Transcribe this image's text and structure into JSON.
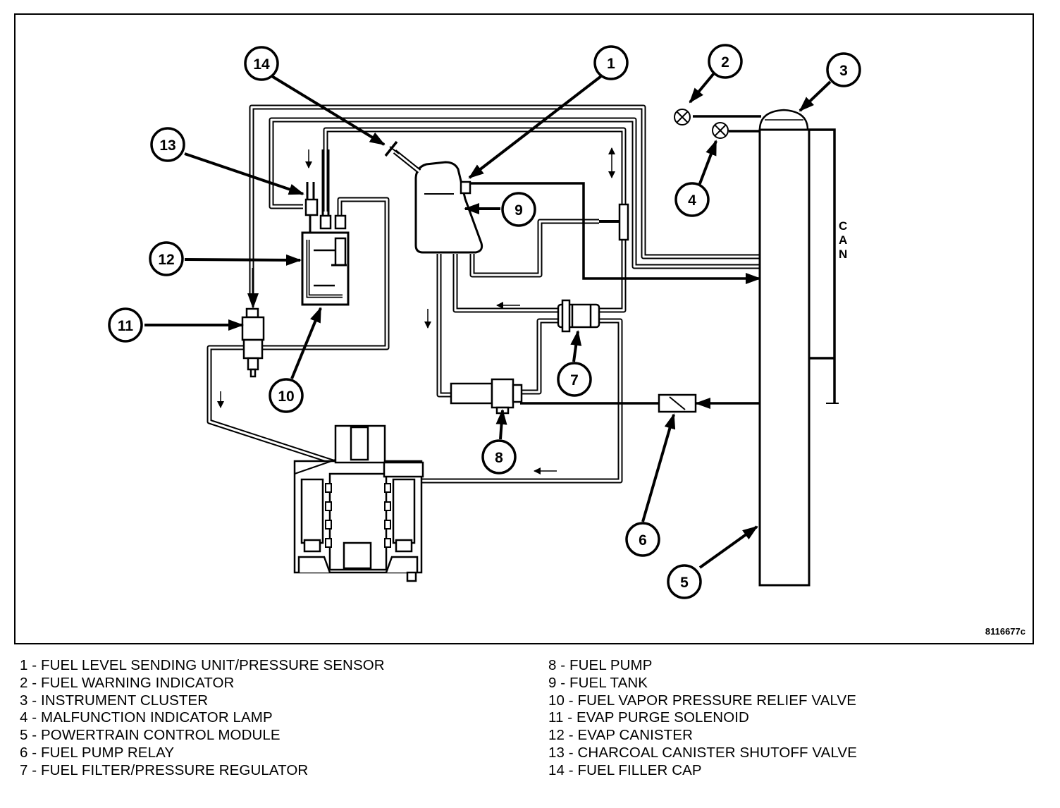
{
  "figure_id": "8116677c",
  "can_label": [
    "C",
    "A",
    "N"
  ],
  "callouts": [
    {
      "number": "1",
      "name": "FUEL LEVEL SENDING UNIT/PRESSURE SENSOR"
    },
    {
      "number": "2",
      "name": "FUEL WARNING INDICATOR"
    },
    {
      "number": "3",
      "name": "INSTRUMENT CLUSTER"
    },
    {
      "number": "4",
      "name": "MALFUNCTION INDICATOR LAMP"
    },
    {
      "number": "5",
      "name": "POWERTRAIN CONTROL MODULE"
    },
    {
      "number": "6",
      "name": "FUEL PUMP RELAY"
    },
    {
      "number": "7",
      "name": "FUEL FILTER/PRESSURE REGULATOR"
    },
    {
      "number": "8",
      "name": "FUEL PUMP"
    },
    {
      "number": "9",
      "name": "FUEL TANK"
    },
    {
      "number": "10",
      "name": "FUEL VAPOR PRESSURE RELIEF VALVE"
    },
    {
      "number": "11",
      "name": "EVAP PURGE SOLENOID"
    },
    {
      "number": "12",
      "name": "EVAP CANISTER"
    },
    {
      "number": "13",
      "name": "CHARCOAL CANISTER SHUTOFF VALVE"
    },
    {
      "number": "14",
      "name": "FUEL FILLER CAP"
    }
  ],
  "legend": {
    "left": [
      "1 - FUEL LEVEL SENDING UNIT/PRESSURE SENSOR",
      "2 - FUEL WARNING INDICATOR",
      "3 - INSTRUMENT CLUSTER",
      "4 - MALFUNCTION INDICATOR LAMP",
      "5 - POWERTRAIN CONTROL MODULE",
      "6 - FUEL PUMP RELAY",
      "7 - FUEL FILTER/PRESSURE REGULATOR"
    ],
    "right": [
      "8 - FUEL PUMP",
      "9 - FUEL TANK",
      "10 - FUEL VAPOR PRESSURE RELIEF VALVE",
      "11 - EVAP PURGE SOLENOID",
      "12 - EVAP CANISTER",
      "13 - CHARCOAL CANISTER SHUTOFF VALVE",
      "14 - FUEL FILLER CAP"
    ]
  },
  "colors": {
    "ink": "#000000",
    "paper": "#ffffff"
  }
}
